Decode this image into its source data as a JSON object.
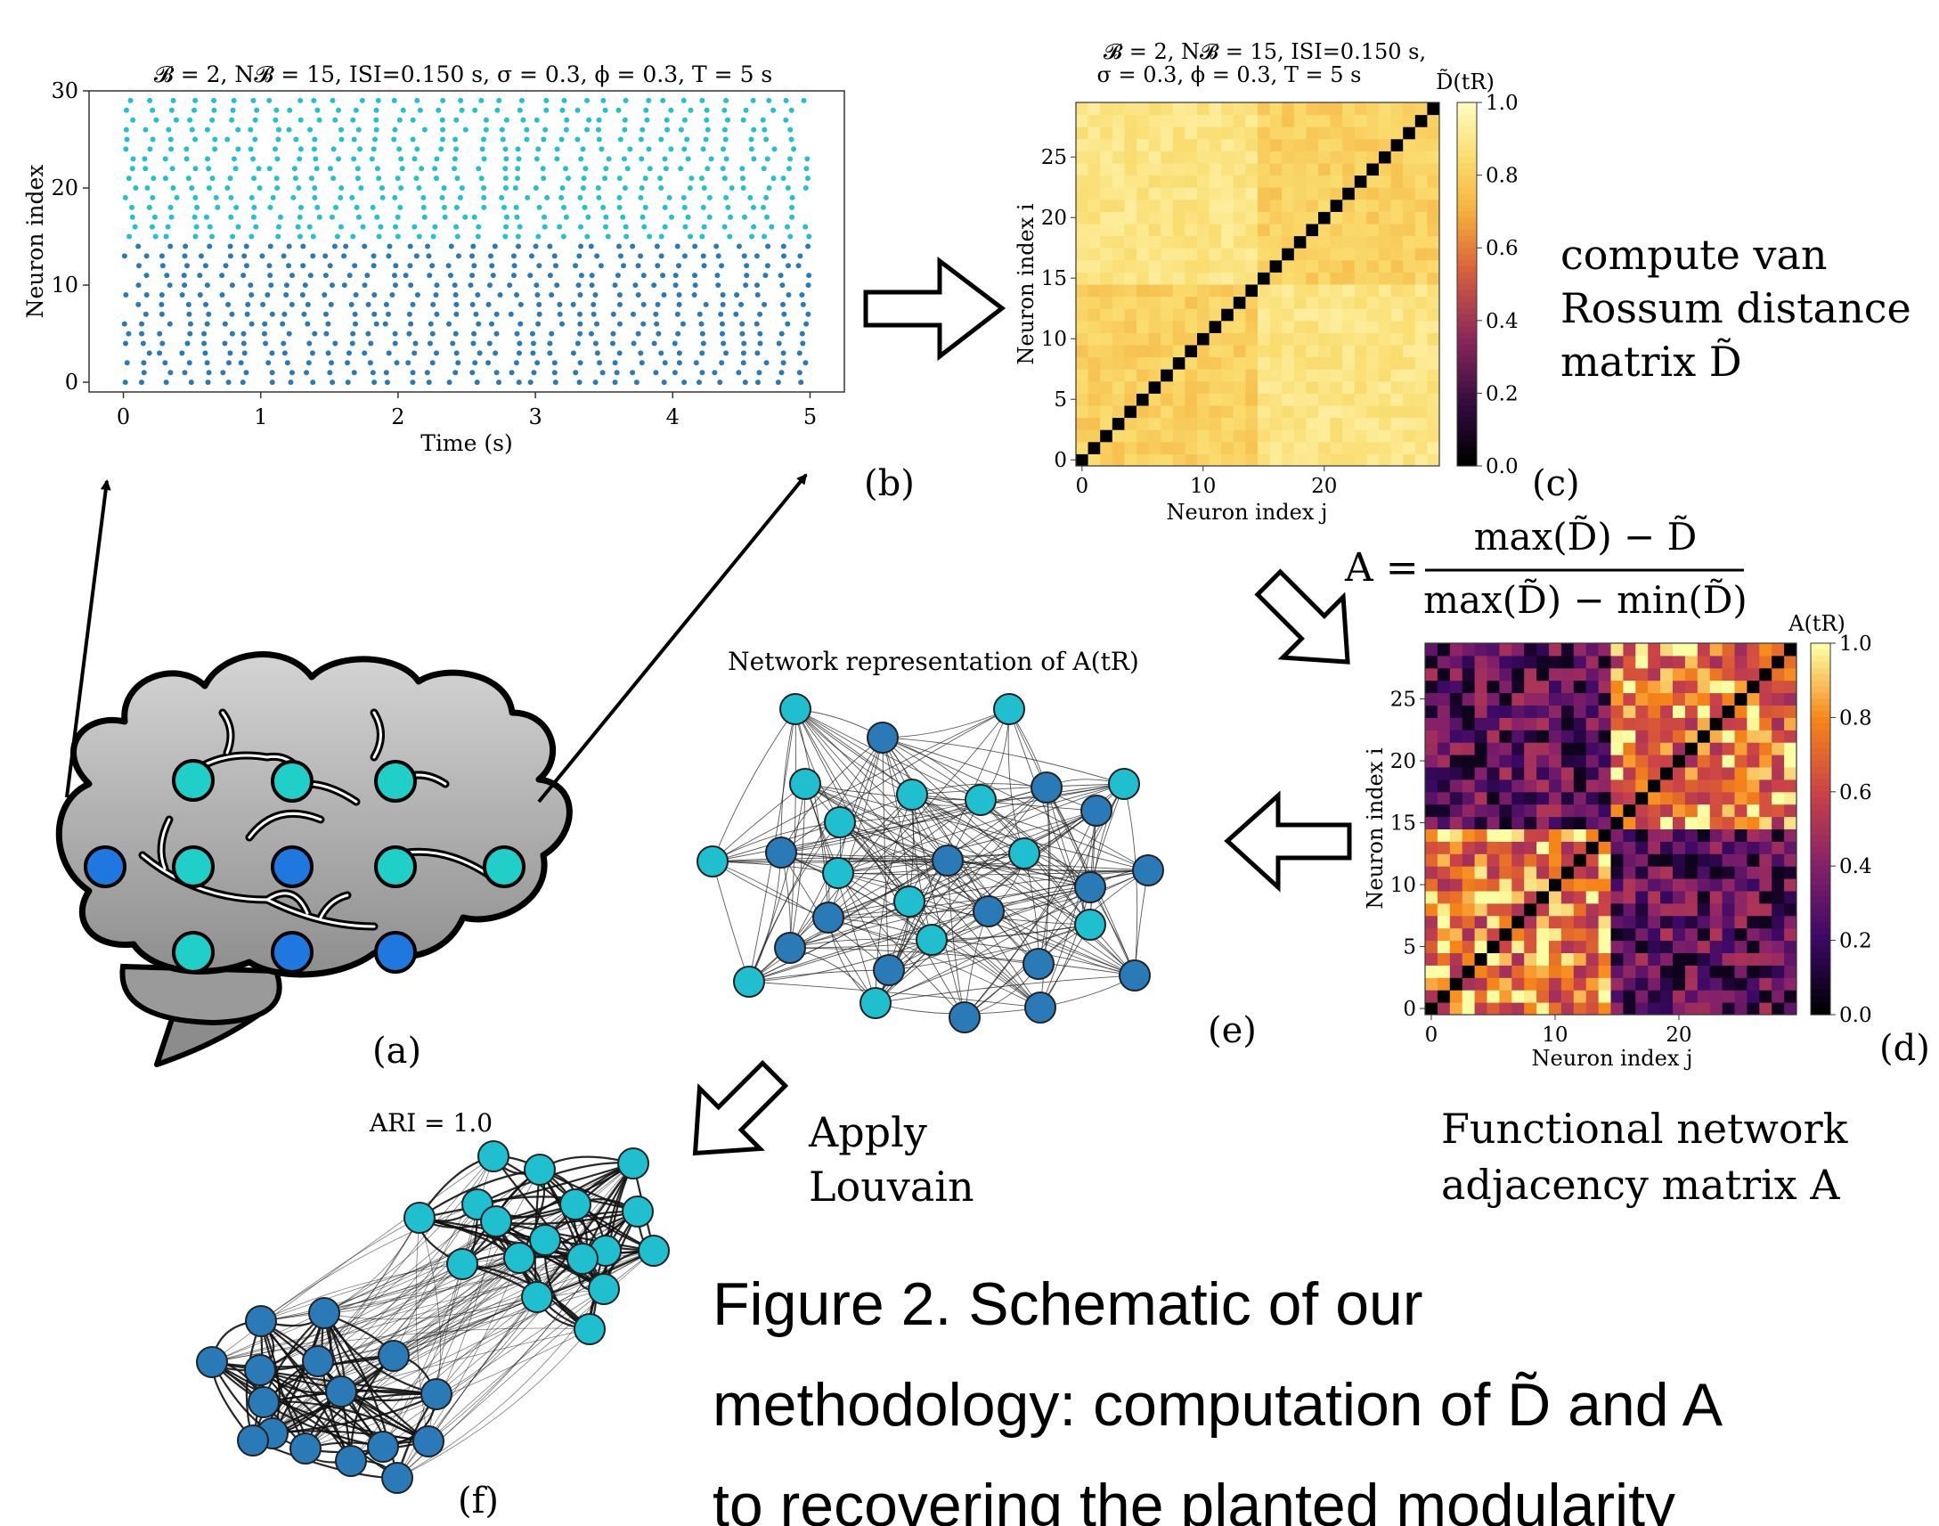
{
  "raster": {
    "title": "𝓑 = 2,  N𝓑 = 15, ISI=0.150 s, σ = 0.3, ϕ = 0.3, T = 5 s",
    "ylabel": "Neuron index",
    "xlabel": "Time (s)",
    "xticks": [
      "0",
      "1",
      "2",
      "3",
      "4",
      "5"
    ],
    "yticks": [
      "0",
      "10",
      "20",
      "30"
    ],
    "xlim": [
      -0.25,
      5.25
    ],
    "ylim": [
      -1,
      30
    ],
    "series": [
      {
        "neurons": [
          0,
          14
        ],
        "color": "#2a7ab8"
      },
      {
        "neurons": [
          15,
          29
        ],
        "color": "#22c0d0"
      }
    ]
  },
  "distance_matrix": {
    "title_line1": "𝓑 = 2,  N𝓑 = 15, ISI=0.150 s,",
    "title_line2": "σ = 0.3, ϕ = 0.3, T = 5 s",
    "colorbar_label": "D̃(tR)",
    "xlabel": "Neuron index j",
    "ylabel": "Neuron index i",
    "xticks": [
      "0",
      "10",
      "20"
    ],
    "yticks": [
      "0",
      "5",
      "10",
      "15",
      "20",
      "25"
    ],
    "cbar_ticks": [
      "1.0",
      "0.8",
      "0.6",
      "0.4",
      "0.2",
      "0.0"
    ],
    "size": 30
  },
  "adjacency_matrix": {
    "colorbar_label": "A(tR)",
    "xlabel": "Neuron index j",
    "ylabel": "Neuron index i",
    "xticks": [
      "0",
      "10",
      "20"
    ],
    "yticks": [
      "0",
      "5",
      "10",
      "15",
      "20",
      "25"
    ],
    "cbar_ticks": [
      "1.0",
      "0.8",
      "0.6",
      "0.4",
      "0.2",
      "0.0"
    ],
    "size": 30
  },
  "labels": {
    "a": "(a)",
    "b": "(b)",
    "c": "(c)",
    "d": "(d)",
    "e": "(e)",
    "f": "(f)"
  },
  "text": {
    "compute_l1": "compute van",
    "compute_l2": "Rossum distance",
    "compute_l3": "matrix D̃",
    "formula_lhs": "A =",
    "formula_num": "max(D̃) − D̃",
    "formula_den": "max(D̃) − min(D̃)",
    "network_title": "Network representation of A(tR)",
    "apply_l1": "Apply",
    "apply_l2": "Louvain",
    "functional_l1": "Functional network",
    "functional_l2": "adjacency matrix A",
    "ari": "ARI = 1.0",
    "caption_l1": "Figure 2. Schematic of our",
    "caption_l2": "methodology: computation of D̃ and A",
    "caption_l3": "to recovering the planted modularity"
  },
  "colors": {
    "module_dark": "#2a7ab8",
    "module_light": "#20bfcf",
    "brain_node_dark": "#1e78e0",
    "brain_fill": "#a9a9a9"
  }
}
